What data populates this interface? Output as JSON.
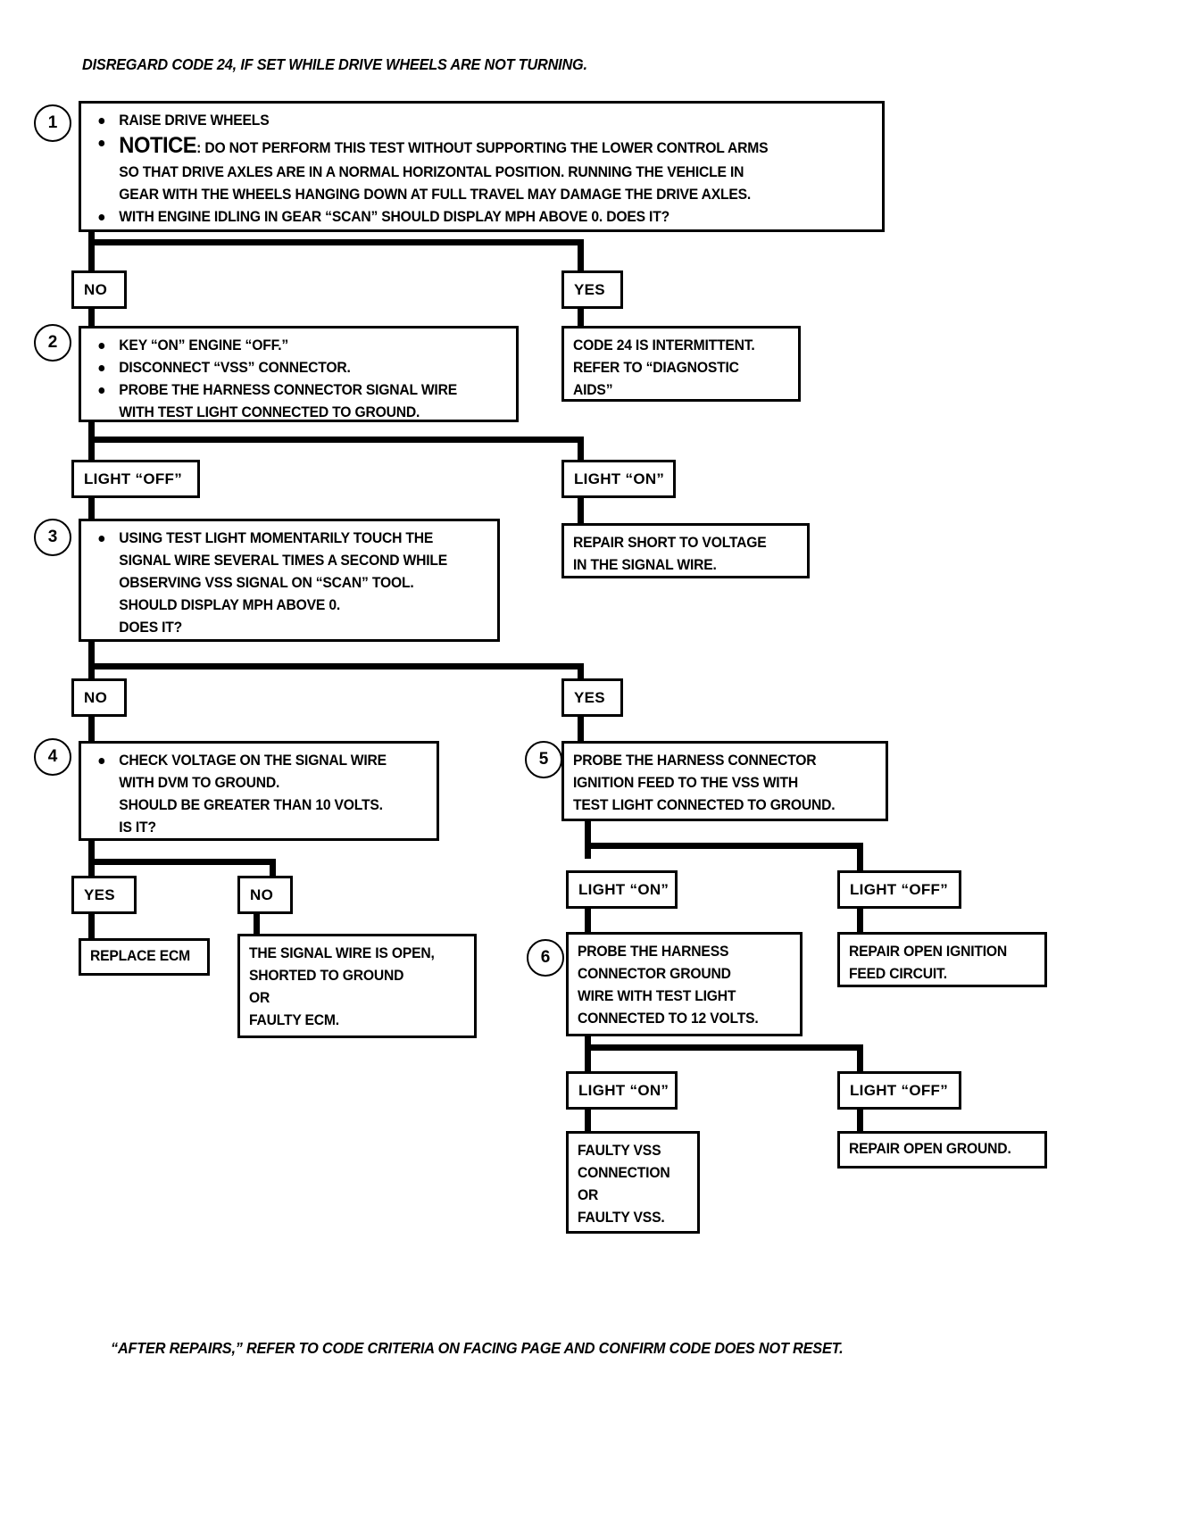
{
  "document": {
    "header_note": "DISREGARD CODE 24, IF SET WHILE DRIVE WHEELS ARE NOT TURNING.",
    "footer_note": "“AFTER REPAIRS,” REFER TO CODE CRITERIA ON FACING PAGE AND CONFIRM CODE DOES NOT RESET."
  },
  "steps": {
    "one": "1",
    "two": "2",
    "three": "3",
    "four": "4",
    "five": "5",
    "six": "6"
  },
  "labels": {
    "no": "NO",
    "yes": "YES",
    "light_off": "LIGHT “OFF”",
    "light_on": "LIGHT “ON”"
  },
  "box1": {
    "l1": "RAISE DRIVE WHEELS",
    "notice_word": "NOTICE",
    "notice_rest": ": DO NOT PERFORM THIS TEST WITHOUT SUPPORTING THE LOWER CONTROL ARMS",
    "l3": "SO THAT DRIVE AXLES ARE IN A NORMAL HORIZONTAL POSITION.  RUNNING THE VEHICLE IN",
    "l4": "GEAR WITH THE WHEELS HANGING DOWN AT FULL TRAVEL MAY DAMAGE THE DRIVE AXLES.",
    "l5": "WITH ENGINE IDLING IN GEAR “SCAN” SHOULD DISPLAY MPH ABOVE 0.  DOES IT?"
  },
  "box_code24": {
    "l1": "CODE 24 IS INTERMITTENT.",
    "l2": "REFER TO “DIAGNOSTIC",
    "l3": "AIDS”"
  },
  "box2": {
    "l1": "KEY “ON” ENGINE “OFF.”",
    "l2": "DISCONNECT “VSS” CONNECTOR.",
    "l3": "PROBE THE HARNESS CONNECTOR SIGNAL WIRE",
    "l4": "WITH TEST LIGHT CONNECTED TO GROUND."
  },
  "box_repair_short": {
    "l1": "REPAIR SHORT TO VOLTAGE",
    "l2": "IN THE SIGNAL WIRE."
  },
  "box3": {
    "l1": "USING TEST LIGHT MOMENTARILY TOUCH THE",
    "l2": "SIGNAL WIRE SEVERAL TIMES A SECOND WHILE",
    "l3": "OBSERVING VSS SIGNAL ON “SCAN” TOOL.",
    "l4": "SHOULD DISPLAY MPH ABOVE 0.",
    "l5": "DOES IT?"
  },
  "box4": {
    "l1": "CHECK VOLTAGE ON THE SIGNAL WIRE",
    "l2": "WITH DVM TO GROUND.",
    "l3": "SHOULD BE GREATER THAN 10 VOLTS.",
    "l4": "IS IT?"
  },
  "box5": {
    "l1": "PROBE THE HARNESS CONNECTOR",
    "l2": "IGNITION FEED TO THE VSS WITH",
    "l3": "TEST LIGHT CONNECTED TO GROUND."
  },
  "box_replace_ecm": {
    "l1": "REPLACE ECM"
  },
  "box_signal_open": {
    "l1": "THE SIGNAL WIRE IS OPEN,",
    "l2": "SHORTED TO GROUND",
    "l3": "OR",
    "l4": "FAULTY ECM."
  },
  "box6": {
    "l1": "PROBE THE HARNESS",
    "l2": "CONNECTOR GROUND",
    "l3": "WIRE WITH TEST LIGHT",
    "l4": "CONNECTED TO 12 VOLTS."
  },
  "box_repair_ign": {
    "l1": "REPAIR OPEN IGNITION",
    "l2": "FEED CIRCUIT."
  },
  "box_faulty_vss": {
    "l1": "FAULTY VSS",
    "l2": "CONNECTION",
    "l3": "OR",
    "l4": "FAULTY VSS."
  },
  "box_repair_ground": {
    "l1": "REPAIR OPEN GROUND."
  }
}
